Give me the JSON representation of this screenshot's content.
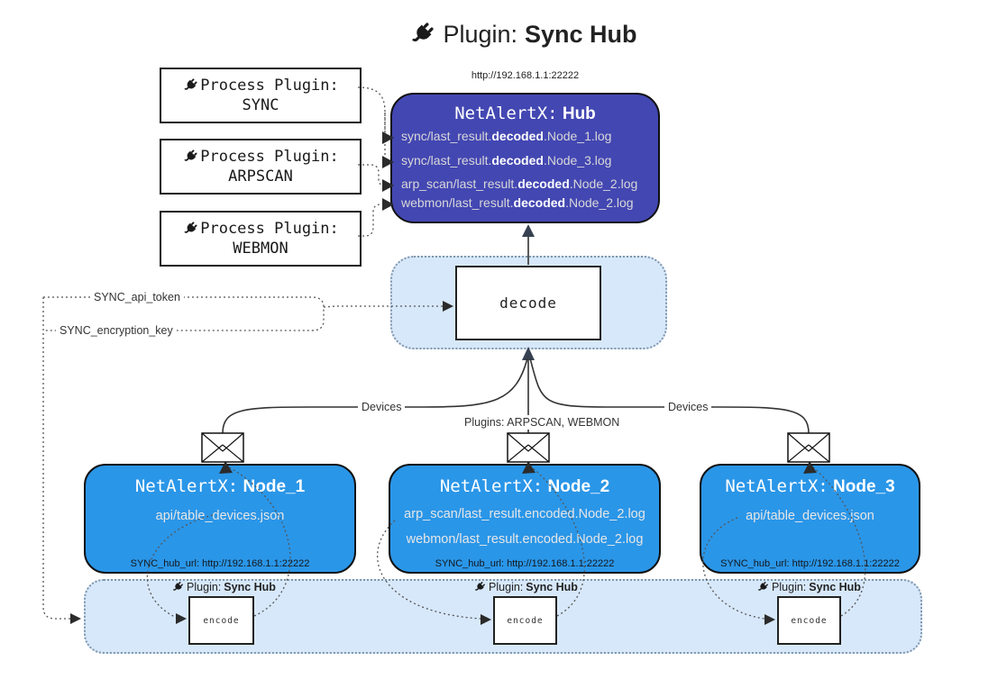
{
  "title": {
    "prefix": "Plugin:",
    "name": "Sync Hub"
  },
  "hub": {
    "url": "http://192.168.1.1:22222",
    "title_prefix": "NetAlertX:",
    "title_name": "Hub",
    "logs": [
      {
        "pre": "sync/last_result.",
        "bold": "decoded",
        "post": ".Node_1.log"
      },
      {
        "pre": "sync/last_result.",
        "bold": "decoded",
        "post": ".Node_3.log"
      },
      {
        "pre": "arp_scan/last_result.",
        "bold": "decoded",
        "post": ".Node_2.log"
      },
      {
        "pre": "webmon/last_result.",
        "bold": "decoded",
        "post": ".Node_2.log"
      }
    ]
  },
  "process_plugins": [
    {
      "label": "Process Plugin:",
      "name": "SYNC"
    },
    {
      "label": "Process Plugin:",
      "name": "ARPSCAN"
    },
    {
      "label": "Process Plugin:",
      "name": "WEBMON"
    }
  ],
  "decode_label": "decode",
  "secrets": {
    "api_token": "SYNC_api_token",
    "encryption_key": "SYNC_encryption_key"
  },
  "edge_labels": {
    "devices_left": "Devices",
    "devices_right": "Devices",
    "plugins_mid": "Plugins: ARPSCAN, WEBMON"
  },
  "nodes": [
    {
      "title_prefix": "NetAlertX:",
      "title_name": "Node_1",
      "files": [
        "api/table_devices.json"
      ],
      "hub_url": "SYNC_hub_url: http://192.168.1.1:22222"
    },
    {
      "title_prefix": "NetAlertX:",
      "title_name": "Node_2",
      "files": [
        "arp_scan/last_result.encoded.Node_2.log",
        "webmon/last_result.encoded.Node_2.log"
      ],
      "hub_url": "SYNC_hub_url: http://192.168.1.1:22222"
    },
    {
      "title_prefix": "NetAlertX:",
      "title_name": "Node_3",
      "files": [
        "api/table_devices.json"
      ],
      "hub_url": "SYNC_hub_url: http://192.168.1.1:22222"
    }
  ],
  "encode": {
    "label_prefix": "Plugin:",
    "label_name": "Sync Hub",
    "box_label": "encode"
  },
  "colors": {
    "hub_fill": "#4347b2",
    "node_fill": "#2a96e8",
    "strip_fill": "#d7e8fa",
    "line": "#333333"
  }
}
